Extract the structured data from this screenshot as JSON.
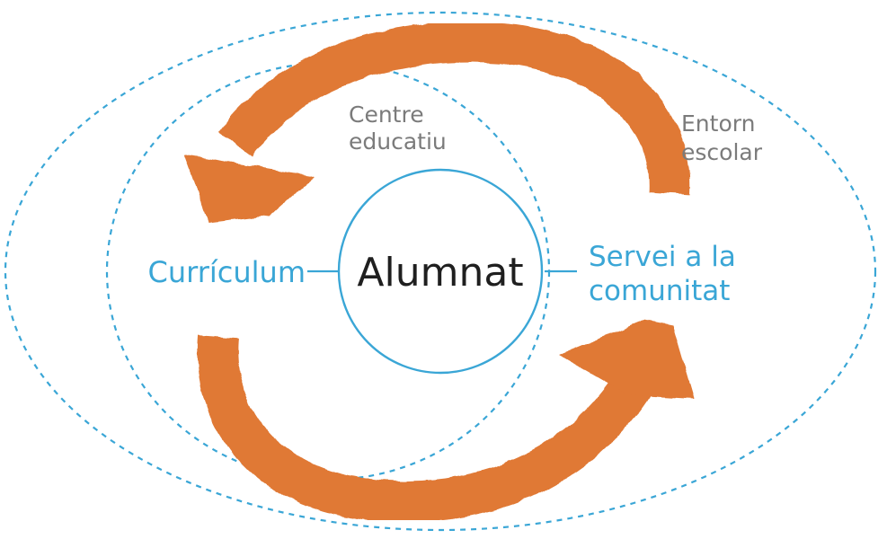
{
  "diagram": {
    "center": "Alumnat",
    "left": "Currículum",
    "right_line1": "Servei a la",
    "right_line2": "comunitat",
    "inner_line1": "Centre",
    "inner_line2": "educatiu",
    "outer_line1": "Entorn",
    "outer_line2": "escolar"
  },
  "colors": {
    "arrow": "#e07935",
    "blue": "#3aa6d6",
    "dark_text": "#1f1f1f",
    "grey_text": "#7b7b7b"
  }
}
